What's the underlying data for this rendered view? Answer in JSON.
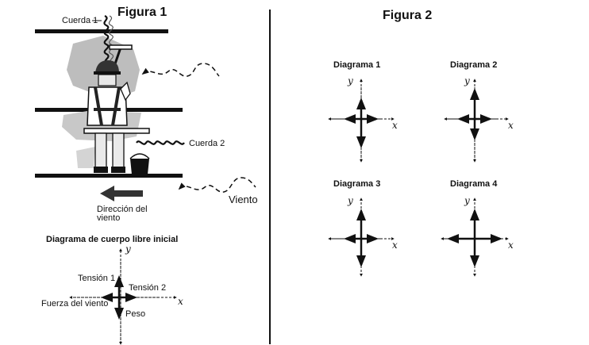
{
  "figura1": {
    "title": "Figura 1",
    "cuerda1": "Cuerda 1",
    "cuerda2": "Cuerda 2",
    "viento": "Viento",
    "direccion_line1": "Dirección del",
    "direccion_line2": "viento"
  },
  "fbd_initial": {
    "title": "Diagrama de cuerpo libre inicial",
    "tension1": "Tensión 1",
    "tension2": "Tensión 2",
    "fuerza_viento": "Fuerza del viento",
    "peso": "Peso",
    "x_axis": "x",
    "y_axis": "y"
  },
  "figura2": {
    "title": "Figura 2",
    "diagrams": [
      {
        "label": "Diagrama 1",
        "x_axis": "x",
        "y_axis": "y"
      },
      {
        "label": "Diagrama 2",
        "x_axis": "x",
        "y_axis": "y"
      },
      {
        "label": "Diagrama 3",
        "x_axis": "x",
        "y_axis": "y"
      },
      {
        "label": "Diagrama 4",
        "x_axis": "x",
        "y_axis": "y"
      }
    ]
  }
}
